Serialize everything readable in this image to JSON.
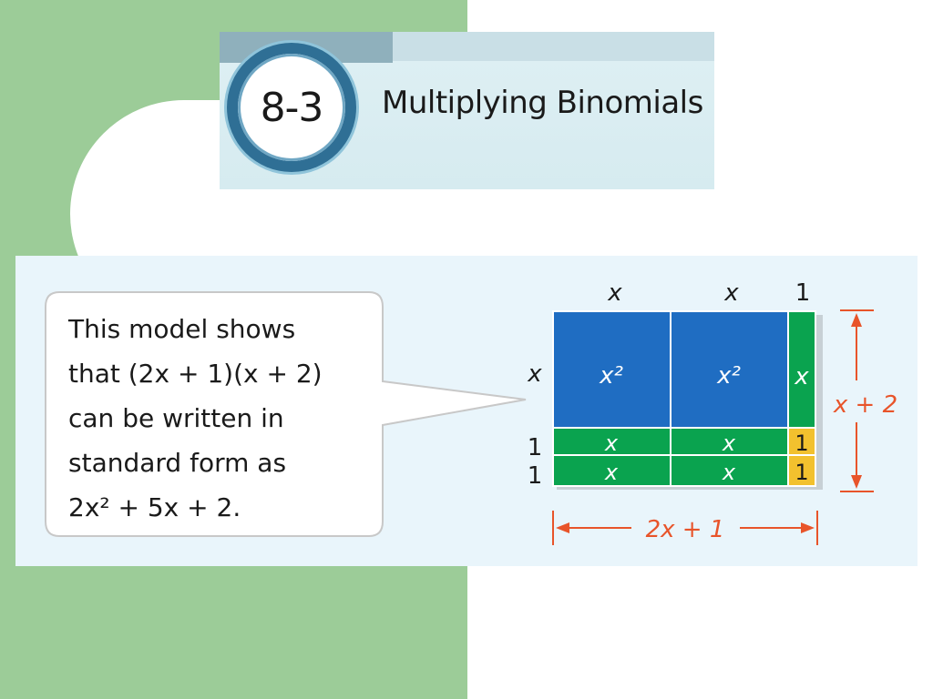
{
  "banner": {
    "lesson_number": "8-3",
    "title": "Multiplying Binomials"
  },
  "callout": {
    "lines": [
      "This model shows",
      "that (2x + 1)(x + 2)",
      "can be written in",
      "standard form as",
      "2x² + 5x + 2."
    ]
  },
  "model": {
    "top_labels": [
      "x",
      "x",
      "1"
    ],
    "left_labels": [
      "x",
      "1",
      "1"
    ],
    "tiles": {
      "x_squared": "x²",
      "x": "x",
      "one": "1"
    },
    "right_dimension": "x + 2",
    "bottom_dimension": "2x + 1"
  },
  "colors": {
    "x_squared_tile": "#1f6dc2",
    "x_tile": "#0aa34f",
    "one_tile": "#f2c12e",
    "dimension": "#e8542a",
    "background_left": "#9ccc98",
    "panel": "#e9f5fb"
  }
}
